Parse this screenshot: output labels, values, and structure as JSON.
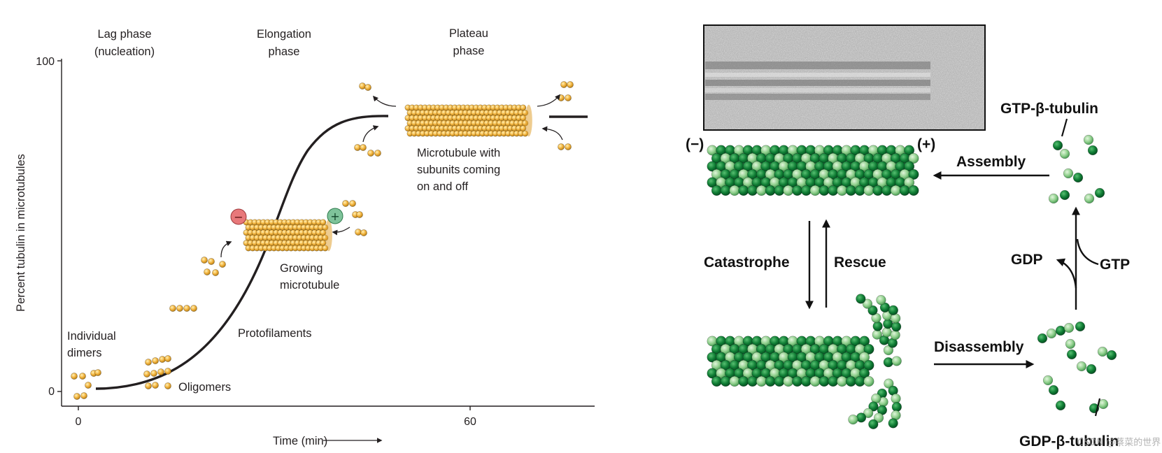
{
  "left_panel": {
    "phases": {
      "lag": [
        "Lag phase",
        "(nucleation)"
      ],
      "elongation": [
        "Elongation",
        "phase"
      ],
      "plateau": [
        "Plateau",
        "phase"
      ]
    },
    "y_axis": {
      "label": "Percent tubulin in microtubules",
      "ticks": [
        "100",
        "0"
      ]
    },
    "x_axis": {
      "label": "Time (min)",
      "ticks": [
        "0",
        "60"
      ]
    },
    "annotations": {
      "individual_dimers": [
        "Individual",
        "dimers"
      ],
      "oligomers": "Oligomers",
      "protofilaments": "Protofilaments",
      "growing_microtubule": [
        "Growing",
        "microtubule"
      ],
      "microtubule_with_subunits": [
        "Microtubule with",
        "subunits coming",
        "on and off"
      ]
    },
    "end_signs": {
      "minus": "−",
      "plus": "+"
    },
    "colors": {
      "dimer": "#f3b541",
      "dimer_stroke": "#b97f14",
      "minus_end": "#e8787a",
      "plus_end": "#7ec39a"
    }
  },
  "right_panel": {
    "micrograph": {
      "description": "electron-micrograph"
    },
    "end_labels": {
      "minus": "(−)",
      "plus": "(+)"
    },
    "labels": {
      "gtp_beta_tubulin": "GTP-β-tubulin",
      "assembly": "Assembly",
      "catastrophe": "Catastrophe",
      "rescue": "Rescue",
      "gdp": "GDP",
      "gtp": "GTP",
      "disassembly": "Disassembly",
      "gdp_beta_tubulin": "GDP-β-tubulin"
    },
    "colors": {
      "dark_green": "#0f7d34",
      "light_green": "#8fcf8c",
      "dark_outline": "#0a4a1e"
    }
  },
  "watermark": "CSDN @蔡菜的世界"
}
